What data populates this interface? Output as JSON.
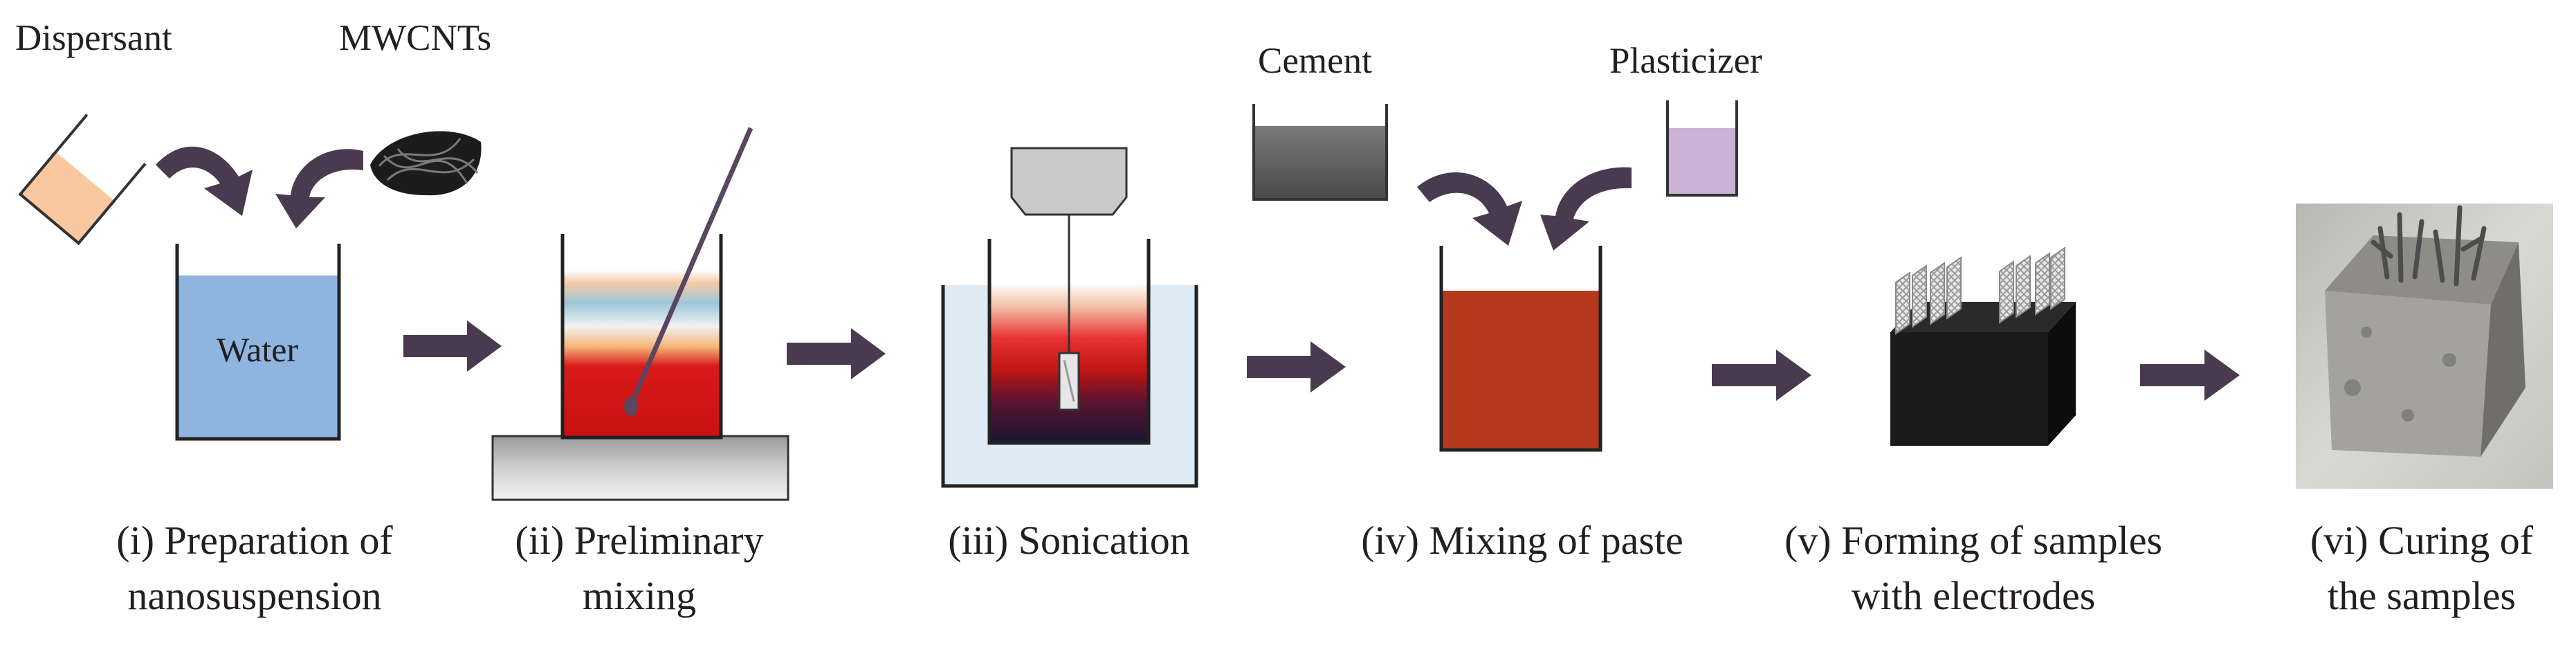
{
  "labels": {
    "dispersant": "Dispersant",
    "mwcnts": "MWCNTs",
    "water": "Water",
    "cement": "Cement",
    "plasticizer": "Plasticizer"
  },
  "steps": [
    {
      "line1": "(i) Preparation of",
      "line2": "nanosuspension"
    },
    {
      "line1": "(ii) Preliminary",
      "line2": "mixing"
    },
    {
      "line1": "(iii) Sonication",
      "line2": ""
    },
    {
      "line1": "(iv) Mixing of paste",
      "line2": ""
    },
    {
      "line1": "(v) Forming of samples",
      "line2": "with electrodes"
    },
    {
      "line1": "(vi) Curing of",
      "line2": "the samples"
    }
  ],
  "colors": {
    "arrow": "#4a3a4f",
    "water": "#8fb4e0",
    "dispersant": "#f9c8a0",
    "paste": "#b5391c",
    "cement": "#595959",
    "plasticizer": "#c9b3d6",
    "sample": "#1a1a1a"
  }
}
